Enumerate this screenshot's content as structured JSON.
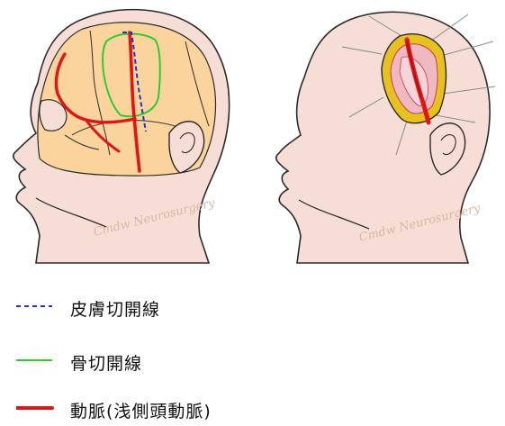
{
  "figure": {
    "watermark": "Cmdw Neurosurgery",
    "colors": {
      "skin": "#f6ddd5",
      "skull": "#fad49c",
      "outline": "#2b2b2b",
      "suture": "#3b3b3b",
      "bone_cut": "#2ecc2e",
      "skin_incision": "#1f35c9",
      "artery": "#e01515",
      "bone_flap_edge": "#e8c020",
      "brain_pink": "#f0b8c0"
    }
  },
  "legend": [
    {
      "label": "皮膚切開線",
      "line_style": "dashed",
      "color": "#1f35c9"
    },
    {
      "label": "骨切開線",
      "line_style": "solid",
      "color": "#2ecc2e"
    },
    {
      "label": "動脈(浅側頭動脈)",
      "line_style": "solid-thick",
      "color": "#e01515"
    }
  ]
}
